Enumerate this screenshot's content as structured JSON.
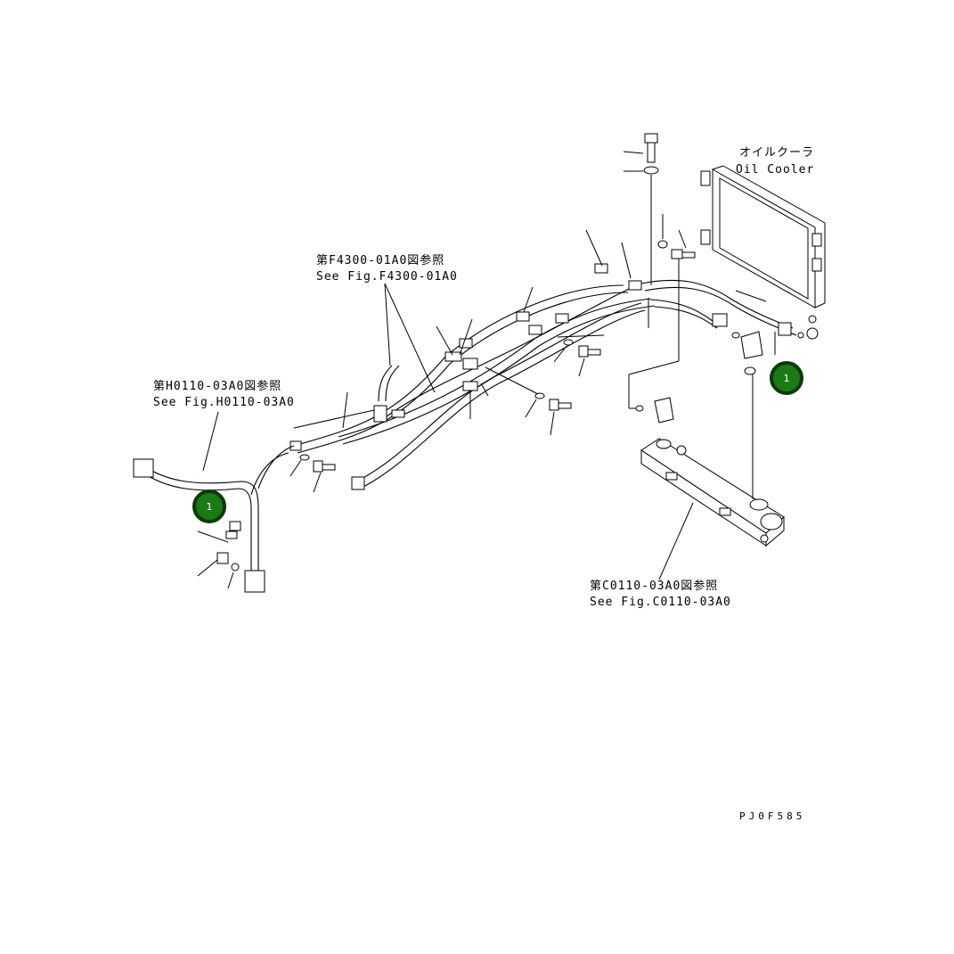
{
  "labels": {
    "oil_cooler_jp": "オイルクーラ",
    "oil_cooler_en": "Oil Cooler",
    "ref_f4300_jp": "第F4300-01A0図参照",
    "ref_f4300_en": "See Fig.F4300-01A0",
    "ref_h0110_jp": "第H0110-03A0図参照",
    "ref_h0110_en": "See Fig.H0110-03A0",
    "ref_c0110_jp": "第C0110-03A0図参照",
    "ref_c0110_en": "See Fig.C0110-03A0",
    "drawing_code": "PJ0F585"
  },
  "callouts": [
    {
      "number": "1"
    },
    {
      "number": "1"
    }
  ],
  "colors": {
    "callout_fill": "#1a7a14",
    "callout_border": "#0b3a08",
    "line": "#000000",
    "background": "#ffffff"
  }
}
